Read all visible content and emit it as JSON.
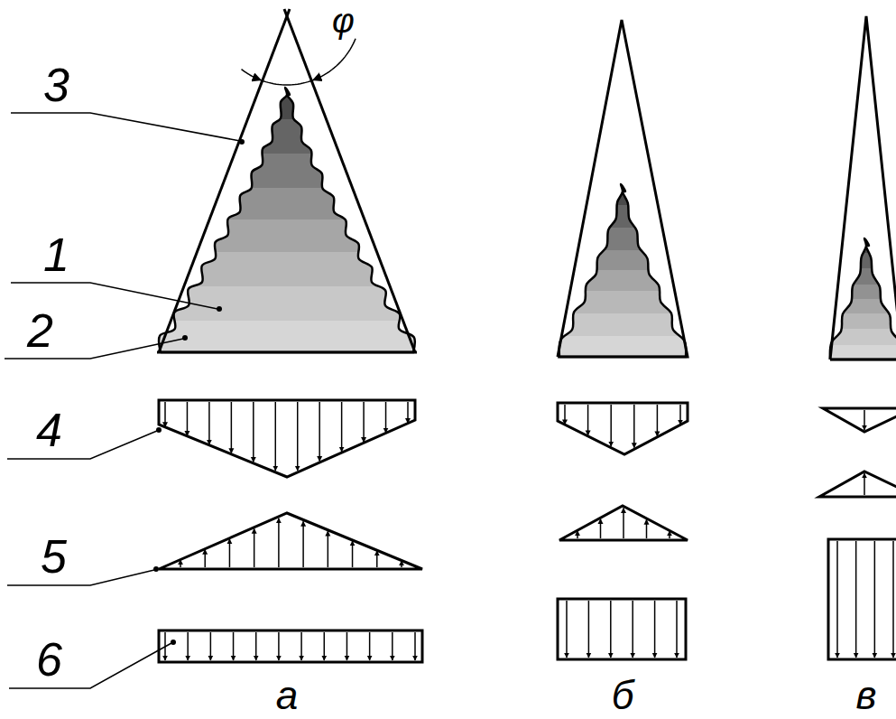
{
  "diagram": {
    "labels": [
      "3",
      "φ",
      "1",
      "2",
      "4",
      "5",
      "6",
      "а",
      "б",
      "в"
    ]
  }
}
